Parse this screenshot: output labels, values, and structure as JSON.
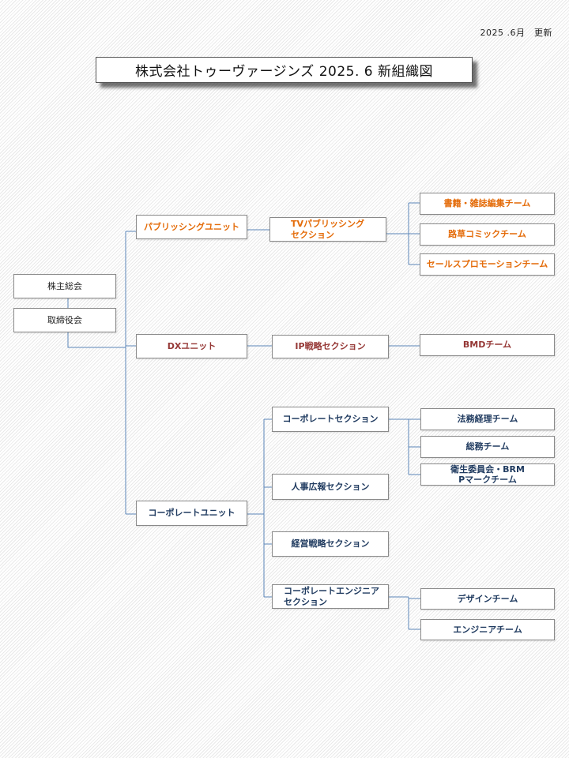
{
  "updated": "2025 .6月　更新",
  "title": "株式会社トゥーヴァージンズ  2025. 6 新組織図",
  "colors": {
    "publishing": "#e46c0a",
    "dx": "#953735",
    "corporate": "#1f3a5f",
    "connector": "#5b86b8"
  },
  "org": {
    "shareholders": "株主総会",
    "board": "取締役会",
    "publishing_unit": "パブリッシングユニット",
    "tv_section": [
      "TVパブリッシング",
      "セクション"
    ],
    "team_books": "書籍・雑誌編集チーム",
    "team_comic": "路草コミックチーム",
    "team_sales": "セールスプロモーションチーム",
    "dx_unit": "DXユニット",
    "ip_section": "IP戦略セクション",
    "team_bmd": "BMDチーム",
    "corporate_unit": "コーポレートユニット",
    "corporate_section": "コーポレートセクション",
    "team_legal": "法務経理チーム",
    "team_general": "総務チーム",
    "team_health": [
      "衛生委員会・BRM",
      "Pマークチーム"
    ],
    "hr_section": "人事広報セクション",
    "strategy_section": "経営戦略セクション",
    "eng_section": [
      "コーポレートエンジニア",
      "セクション"
    ],
    "team_design": "デザインチーム",
    "team_engineer": "エンジニアチーム"
  }
}
